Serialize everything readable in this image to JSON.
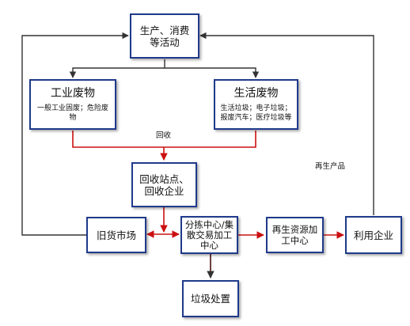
{
  "nodes": {
    "production": "生产、消费等活动",
    "industrial_title": "工业废物",
    "industrial_desc": "一般工业固废；危险废物",
    "domestic_title": "生活废物",
    "domestic_desc": "生活垃圾；电子垃圾；报废汽车；医疗垃圾等",
    "recycle_station": "回收站点、回收企业",
    "second_hand": "旧货市场",
    "sorting_center": "分拣中心/集散交易加工中心",
    "renewable_center": "再生资源加工中心",
    "utilizing_enterprise": "利用企业",
    "garbage_disposal": "垃圾处置"
  },
  "edge_labels": {
    "recycle": "回收",
    "renewable_product": "再生产品"
  },
  "colors": {
    "box_border": "#1f3a8a",
    "red_flow": "#cc1010",
    "dark_flow": "#333333"
  }
}
